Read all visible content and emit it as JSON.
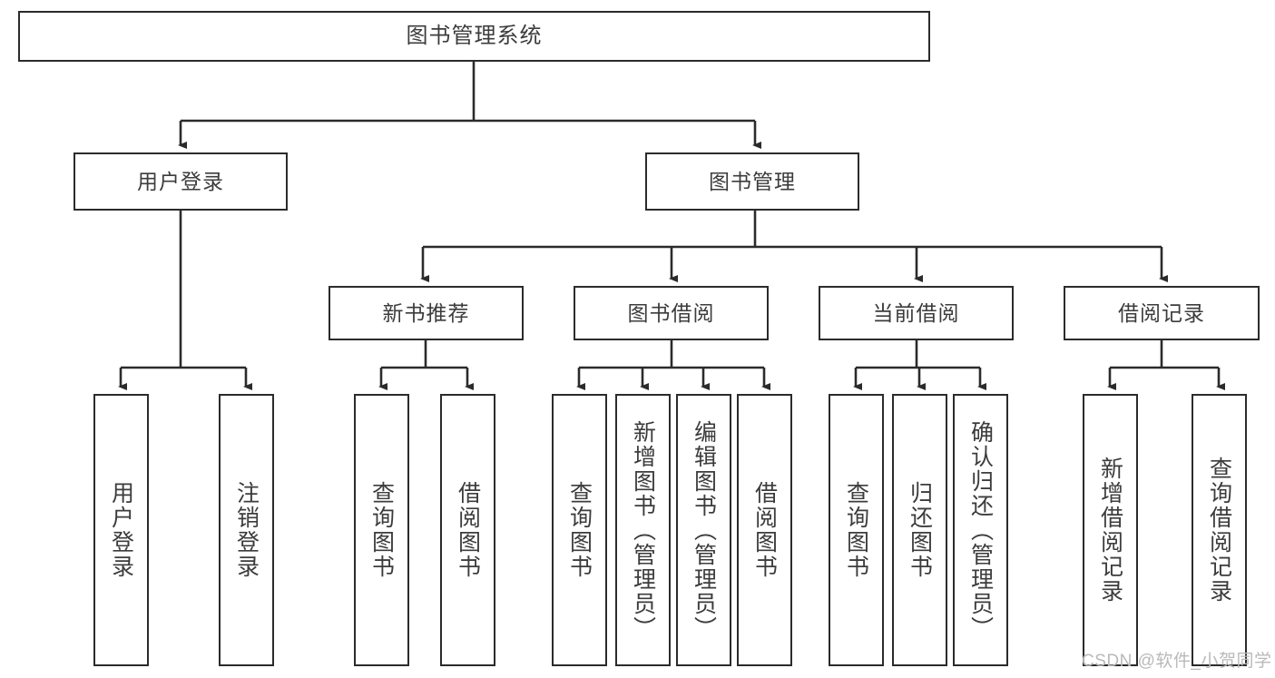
{
  "diagram": {
    "title_node": {
      "label": "图书管理系统"
    },
    "level2": [
      {
        "id": "user-login",
        "label": "用户登录"
      },
      {
        "id": "book-management",
        "label": "图书管理"
      }
    ],
    "level3": [
      {
        "id": "new-book-recommend",
        "label": "新书推荐"
      },
      {
        "id": "book-borrow",
        "label": "图书借阅"
      },
      {
        "id": "current-borrow",
        "label": "当前借阅"
      },
      {
        "id": "borrow-record",
        "label": "借阅记录"
      }
    ],
    "leaves": {
      "user_login": [
        {
          "id": "leaf-user-login",
          "label": "用户登录"
        },
        {
          "id": "leaf-logout-login",
          "label": "注销登录"
        }
      ],
      "new_book_recommend": [
        {
          "id": "leaf-query-book-1",
          "label": "查询图书"
        },
        {
          "id": "leaf-borrow-book-1",
          "label": "借阅图书"
        }
      ],
      "book_borrow": [
        {
          "id": "leaf-query-book-2",
          "label": "查询图书"
        },
        {
          "id": "leaf-add-book",
          "label": "新增图书（管理员）"
        },
        {
          "id": "leaf-edit-book",
          "label": "编辑图书（管理员）"
        },
        {
          "id": "leaf-borrow-book-2",
          "label": "借阅图书"
        }
      ],
      "current_borrow": [
        {
          "id": "leaf-query-book-3",
          "label": "查询图书"
        },
        {
          "id": "leaf-return-book",
          "label": "归还图书"
        },
        {
          "id": "leaf-confirm-return",
          "label": "确认归还（管理员）"
        }
      ],
      "borrow_record": [
        {
          "id": "leaf-add-borrow-record",
          "label": "新增借阅记录"
        },
        {
          "id": "leaf-query-borrow-record",
          "label": "查询借阅记录"
        }
      ]
    }
  },
  "watermark": {
    "text": "CSDN @软件_小贺同学"
  },
  "colors": {
    "box_border": "#2b2b2b",
    "text": "#3c3c3c",
    "line": "#2b2b2b",
    "background": "#ffffff",
    "watermark": "#b9b9b9"
  }
}
